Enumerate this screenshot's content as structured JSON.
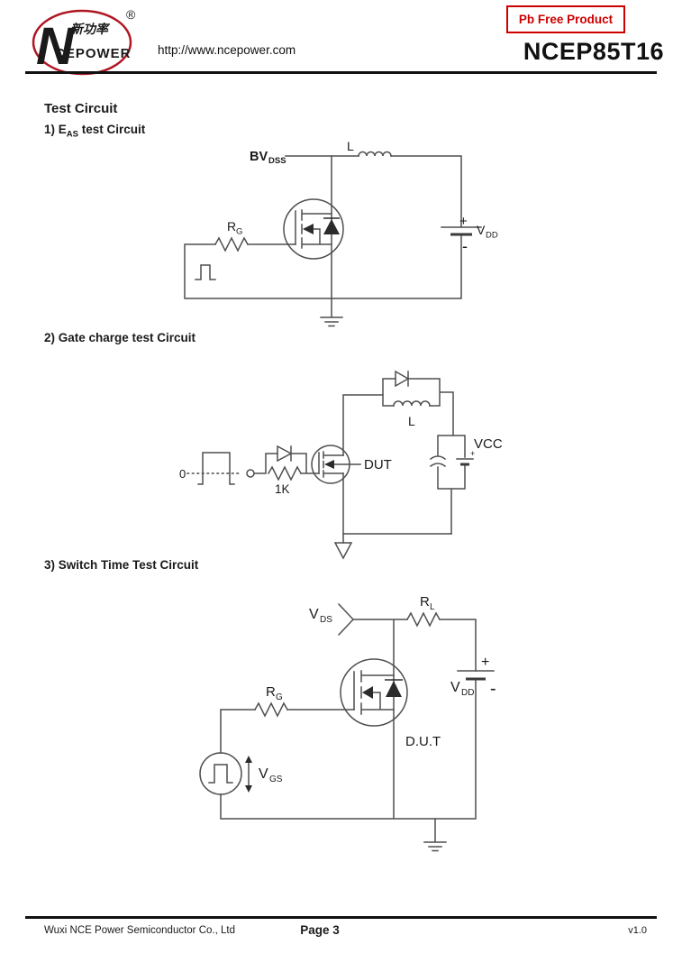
{
  "header": {
    "url": "http://www.ncepower.com",
    "pb_free": "Pb Free Product",
    "part_number": "NCEP85T16",
    "logo": {
      "n": "N",
      "chinese": "新功率",
      "cepower": "CEPOWER",
      "registered": "®"
    }
  },
  "colors": {
    "accent_red": "#cc0000",
    "line_gray": "#4f4f4f",
    "text_black": "#1a1a1a"
  },
  "content": {
    "title": "Test Circuit",
    "sections": [
      {
        "prefix": "1) E",
        "sub": "AS",
        "suffix": " test Circuit"
      },
      {
        "label": "2) Gate charge test Circuit"
      },
      {
        "label": "3) Switch Time Test Circuit"
      }
    ]
  },
  "circuit1": {
    "bv_main": "BV",
    "bv_sub": "DSS",
    "inductor": "L",
    "rg_main": "R",
    "rg_sub": "G",
    "plus": "+",
    "minus": "-",
    "vdd_main": "V",
    "vdd_sub": "DD"
  },
  "circuit2": {
    "zero": "0",
    "resistor": "1K",
    "dut": "DUT",
    "inductor": "L",
    "vcc": "VCC",
    "battery_plus": "+"
  },
  "circuit3": {
    "vds_main": "V",
    "vds_sub": "DS",
    "rl_main": "R",
    "rl_sub": "L",
    "rg_main": "R",
    "rg_sub": "G",
    "plus": "+",
    "minus": "-",
    "vdd_main": "V",
    "vdd_sub": "DD",
    "vgs_main": "V",
    "vgs_sub": "GS",
    "dut": "D.U.T"
  },
  "footer": {
    "company": "Wuxi NCE Power Semiconductor Co., Ltd",
    "page": "Page 3",
    "version": "v1.0"
  }
}
